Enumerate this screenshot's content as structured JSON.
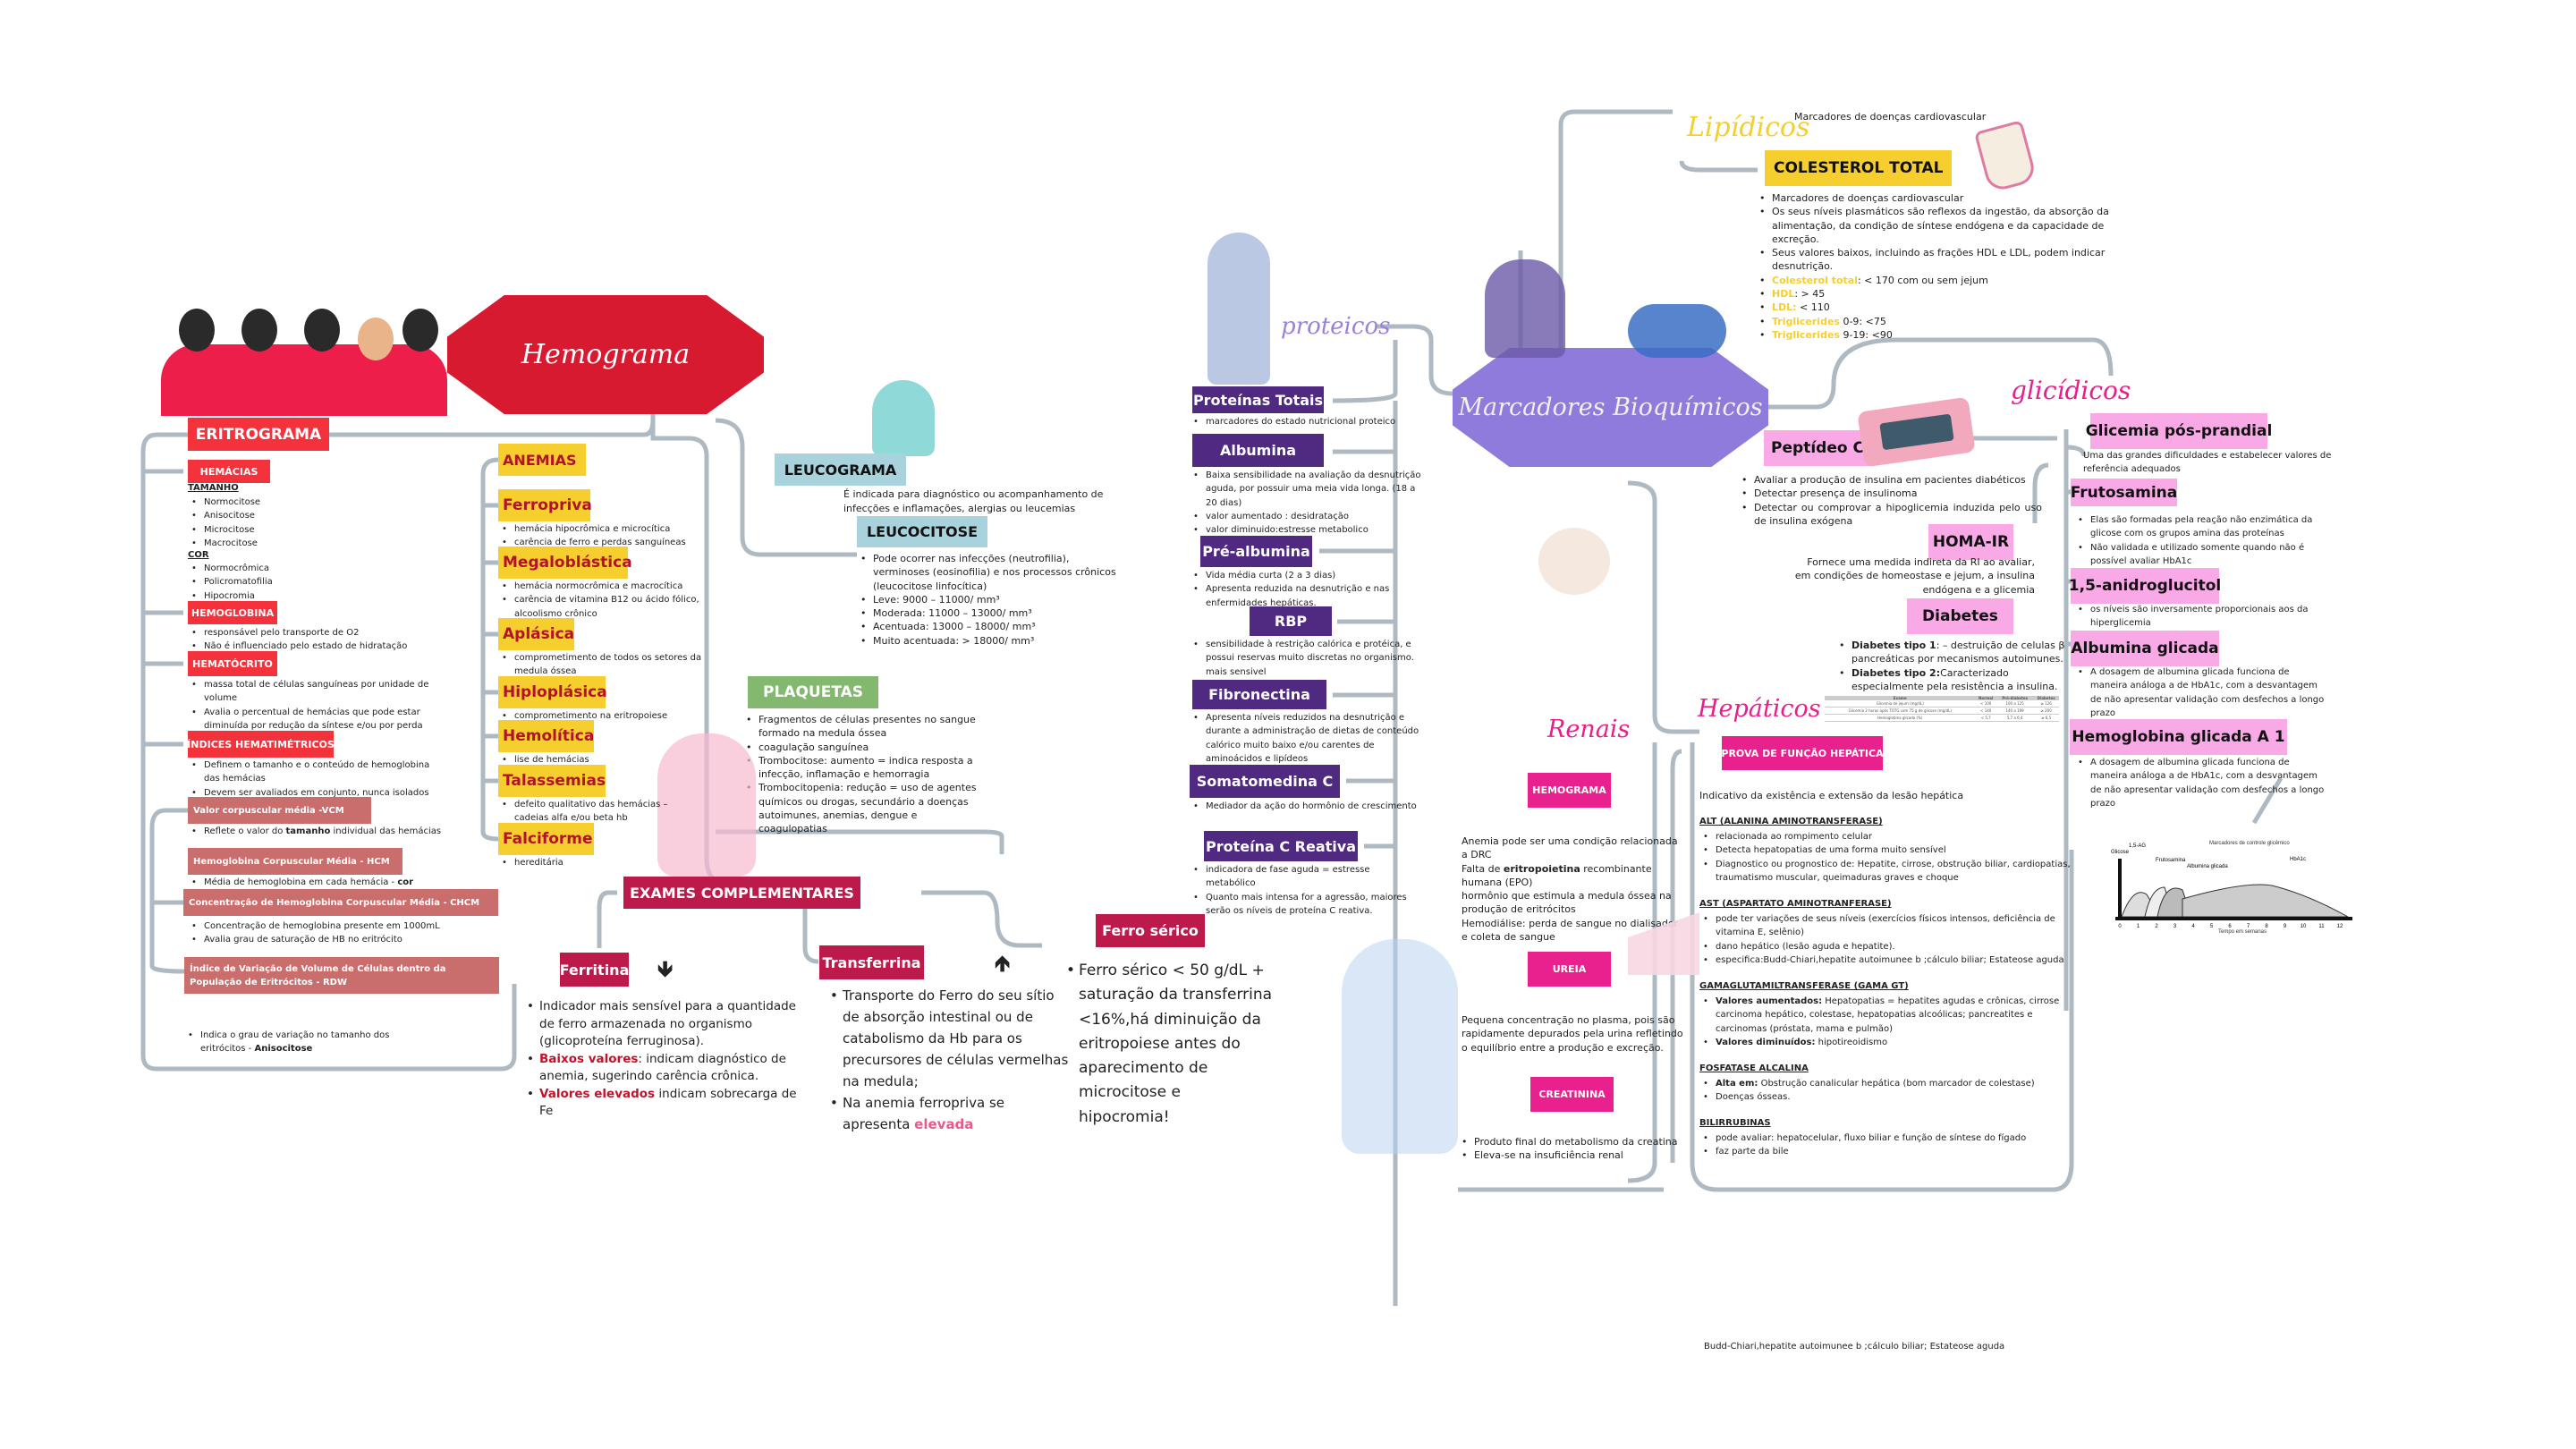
{
  "hemograma": {
    "title": "Hemograma",
    "eritrograma": {
      "title": "ERITROGRAMA",
      "hemacias": {
        "title": "HEMÁCIAS",
        "tamanho_label": "TAMANHO",
        "tamanho": [
          "Normocitose",
          "Anisocitose",
          "Microcitose",
          "Macrocitose"
        ],
        "cor_label": "COR",
        "cor": [
          "Normocrômica",
          "Policromatofilia",
          "Hipocromia"
        ]
      },
      "hemoglobina": {
        "title": "HEMOGLOBINA",
        "items": [
          "responsável pelo transporte de O2",
          "Não é influenciado pelo estado de hidratação"
        ]
      },
      "hematocrito": {
        "title": "HEMATÓCRITO",
        "items": [
          "massa total de células sanguíneas por unidade de volume",
          "Avalia o percentual de hemácias que pode estar diminuída por redução da síntese e/ou por perda"
        ]
      },
      "indices": {
        "title": "ÍNDICES HEMATIMÉTRICOS",
        "items": [
          "Definem o tamanho e o conteúdo de hemoglobina das hemácias",
          "Devem ser avaliados em conjunto, nunca isolados"
        ]
      },
      "vcm": {
        "title": "Valor corpuscular média -VCM",
        "items": [
          {
            "a": "Reflete o valor do ",
            "b": "tamanho",
            "c": " individual das hemácias"
          }
        ]
      },
      "hcm": {
        "title": "Hemoglobina Corpuscular Média - HCM",
        "items": [
          {
            "a": "Média de hemoglobina em cada hemácia - ",
            "b": "cor"
          }
        ]
      },
      "chcm": {
        "title": "Concentração de Hemoglobina Corpuscular Média - CHCM",
        "items": [
          "Concentração de hemoglobina presente em 1000mL",
          "Avalia grau de saturação de HB no eritrócito"
        ]
      },
      "rdw": {
        "title": "Índice de Variação de Volume de Células dentro da População de Eritrócitos - RDW",
        "items": [
          {
            "a": "Indica o grau de variação no tamanho dos eritrócitos - ",
            "b": "Anisocitose"
          }
        ]
      }
    },
    "anemias": {
      "title": "ANEMIAS",
      "types": [
        {
          "name": "Ferropriva",
          "items": [
            "hemácia hipocrômica e microcítica",
            "carência de ferro e perdas sanguíneas"
          ]
        },
        {
          "name": "Megaloblástica",
          "items": [
            "hemácia normocrômica e macrocítica",
            "carência  de vitamina B12 ou ácido fólico, alcoolismo crônico"
          ]
        },
        {
          "name": "Aplásica",
          "items": [
            "comprometimento de todos os setores da medula óssea"
          ]
        },
        {
          "name": "Hiploplásica",
          "items": [
            "comprometimento na eritropoiese"
          ]
        },
        {
          "name": "Hemolítica",
          "items": [
            "lise de hemácias"
          ]
        },
        {
          "name": "Talassemias",
          "items": [
            "defeito qualitativo das hemácias – cadeias alfa e/ou beta hb"
          ]
        },
        {
          "name": "Falciforme",
          "items": [
            "hereditária"
          ]
        }
      ]
    },
    "leucograma": {
      "title": "LEUCOGRAMA",
      "desc": "É indicada para diagnóstico ou acompanhamento de infecções e inflamações, alergias ou leucemias",
      "leucocitose": {
        "title": "LEUCOCITOSE",
        "items": [
          "Pode ocorrer nas infecções (neutrofilia), verminoses (eosinofilia) e nos processos crônicos (leucocitose linfocítica)",
          "Leve: 9000 – 11000/ mm³",
          "Moderada: 11000 – 13000/ mm³",
          "Acentuada: 13000 – 18000/ mm³",
          "Muito acentuada: > 18000/ mm³"
        ]
      }
    },
    "plaquetas": {
      "title": "PLAQUETAS",
      "items": [
        "Fragmentos de células presentes no sangue formado na medula óssea",
        "coagulação sanguínea",
        "Trombocitose: aumento = indica resposta a infecção, inflamação e hemorragia",
        "Trombocitopenia: redução = uso de agentes químicos ou drogas, secundário a doenças autoimunes, anemias, dengue e coagulopatias"
      ]
    },
    "exames": {
      "title": "EXAMES COMPLEMENTARES",
      "ferritina": {
        "title": "Ferritina",
        "arrow": "🡻",
        "items": [
          "Indicador mais sensível para a quantidade de ferro armazenada no organismo (glicoproteína ferruginosa).",
          {
            "b": "Baixos valores",
            "c": ": indicam diagnóstico de anemia, sugerindo carência crônica."
          },
          {
            "b": "Valores elevados",
            "c": " indicam sobrecarga de Fe"
          }
        ]
      },
      "transferrina": {
        "title": "Transferrina",
        "arrow": "🡹",
        "items": [
          "Transporte do Ferro do seu sítio de absorção intestinal ou de catabolismo da Hb para os precursores de células vermelhas na medula;",
          {
            "a": "Na anemia ferropriva se apresenta ",
            "b": "elevada"
          }
        ]
      },
      "ferro_serico": {
        "title": "Ferro sérico",
        "items": [
          "Ferro sérico < 50 g/dL + saturação da transferrina <16%,há diminuição da eritropoiese antes do aparecimento de microcitose e hipocromia!"
        ]
      }
    }
  },
  "marcadores": {
    "title": "Marcadores Bioquímicos",
    "proteicos": {
      "label": "proteicos",
      "items": [
        {
          "name": "Proteínas Totais",
          "items": [
            "marcadores do estado nutricional proteico"
          ]
        },
        {
          "name": "Albumina",
          "items": [
            "Baixa sensibilidade na avaliação da desnutrição aguda, por possuir uma meia vida longa.  (18 a 20 dias)",
            "valor aumentado : desidratação",
            "valor diminuido:estresse metabolico"
          ]
        },
        {
          "name": "Pré-albumina",
          "items": [
            "Vida média curta (2 a 3 dias)",
            "Apresenta reduzida na desnutrição e nas enfermidades hepáticas."
          ]
        },
        {
          "name": "RBP",
          "items": [
            "sensibilidade à restrição calórica e protéica, e possui reservas muito discretas no organismo. mais sensivel"
          ]
        },
        {
          "name": "Fibronectina",
          "items": [
            "Apresenta níveis reduzidos na desnutrição e durante a administração de dietas de conteúdo calórico muito baixo e/ou carentes de aminoácidos e lipídeos"
          ]
        },
        {
          "name": "Somatomedina C",
          "items": [
            "Mediador da ação do hormônio de crescimento"
          ]
        },
        {
          "name": "Proteína C Reativa",
          "items": [
            "indicadora de fase aguda = estresse metabólico",
            "Quanto mais intensa for a agressão, maiores serão os níveis de proteína C reativa."
          ]
        }
      ]
    },
    "lipidicos": {
      "label": "Lipídicos",
      "note": "Marcadores de doenças cardiovascular",
      "title": "COLESTEROL TOTAL",
      "items": [
        "Marcadores de doenças cardiovascular",
        "Os seus níveis plasmáticos são reflexos da ingestão, da absorção da alimentação, da condição de síntese endógena e da capacidade de excreção.",
        "Seus valores baixos, incluindo as frações HDL e LDL, podem indicar desnutrição.",
        {
          "b": "Colesterol total",
          "c": ": < 170 com ou sem jejum"
        },
        {
          "b": "HDL",
          "c": ": > 45"
        },
        {
          "b": "LDL:",
          "c": " < 110"
        },
        {
          "b": "Triglicerides",
          "c": " 0-9: <75"
        },
        {
          "b": "Triglicerides",
          "c": " 9-19: <90"
        }
      ]
    },
    "glicidicos": {
      "label": "glicídicos",
      "peptideo": {
        "title": "Peptídeo C",
        "items": [
          "Avaliar a produção de insulina em pacientes diabéticos",
          "Detectar presença de insulinoma",
          "Detectar ou comprovar a hipoglicemia induzida pelo uso de insulina exógena"
        ]
      },
      "homa": {
        "title": "HOMA-IR",
        "desc": "Fornece uma medida indireta da RI ao avaliar, em condições de homeostase e jejum, a insulina endógena e a glicemia"
      },
      "diabetes": {
        "title": "Diabetes",
        "items": [
          {
            "b": "Diabetes tipo 1",
            "c": ": – destruição de celulas β pancreáticas por mecanismos autoimunes."
          },
          {
            "b": "Diabetes tipo 2:",
            "c": "Caracterizado especialmente pela resistência a insulina."
          }
        ],
        "table": {
          "headers": [
            "Exame",
            "Normal",
            "Pré-diabetes",
            "Diabetes"
          ],
          "rows": [
            [
              "Glicemia de jejum (mg/dL)",
              "< 100",
              "100 a 125",
              "≥ 126"
            ],
            [
              "Glicemia 2 horas após TOTG com 75 g de glicose (mg/dL)",
              "< 140",
              "140 a 199",
              "≥ 200"
            ],
            [
              "Hemoglobina glicada (%)",
              "< 5,7",
              "5,7 a 6,4",
              "≥ 6,5"
            ]
          ]
        }
      },
      "pos_prandial": {
        "title": "Glicemia pós-prandial",
        "desc": "Uma das grandes dificuldades e estabelecer valores de referência adequados"
      },
      "frutosamina": {
        "title": "Frutosamina",
        "items": [
          "Elas são formadas pela reação não enzimática da glicose com os grupos amina das proteínas",
          "Não validada e utilizado somente quando não é possível avaliar HbA1c"
        ]
      },
      "anidroglucitol": {
        "title": "1,5-anidroglucitol",
        "items": [
          " os níveis são inversamente proporcionais aos da hiperglicemia"
        ]
      },
      "albumina_glicada": {
        "title": "Albumina glicada",
        "items": [
          "A dosagem de albumina glicada funciona de maneira análoga a de HbA1c, com a desvantagem de não apresentar validação com desfechos a longo prazo"
        ]
      },
      "hba1": {
        "title": "Hemoglobina glicada A 1",
        "items": [
          "A dosagem de albumina glicada funciona de maneira análoga a de HbA1c, com a desvantagem de não apresentar validação com desfechos a longo prazo"
        ]
      },
      "chart": {
        "title": "Marcadores de controle glicêmico",
        "xlabel": "Tempo em semanas",
        "ticks": [
          "0",
          "1",
          "2",
          "3",
          "4",
          "5",
          "6",
          "7",
          "8",
          "9",
          "10",
          "11",
          "12"
        ],
        "labels": [
          "Glicose",
          "1,5-AG",
          "Frutosamina",
          "Albumina glicada",
          "HbA1c"
        ]
      }
    },
    "hepaticos": {
      "label": "Hepáticos",
      "title": "PROVA DE FUNÇÃO HEPÁTICA",
      "desc": "Indicativo da existência e extensão da lesão hepática",
      "sections": [
        {
          "title": "ALT (ALANINA AMINOTRANSFERASE)",
          "items": [
            "relacionada ao rompimento celular",
            "Detecta hepatopatias de uma forma muito sensível",
            "Diagnostico ou prognostico de: Hepatite, cirrose, obstrução biliar, cardiopatias, traumatismo muscular, queimaduras graves e choque"
          ]
        },
        {
          "title": "AST (ASPARTATO AMINOTRANFERASE)",
          "items": [
            "pode ter variações de seus níveis (exercícios físicos intensos, deficiência de vitamina E, selênio)",
            "dano hepático (lesão aguda e hepatite).",
            "especifica:Budd-Chiari,hepatite autoimunee b ;cálculo biliar; Estateose aguda"
          ]
        },
        {
          "title": "GAMAGLUTAMILTRANSFERASE (GAMA GT)",
          "items": [
            {
              "b": "Valores aumentados:",
              "c": " Hepatopatias = hepatites agudas e crônicas, cirrose carcinoma hepático, colestase, hepatopatias alcoólicas; pancreatites e carcinomas (próstata, mama e pulmão)"
            },
            {
              "b": "Valores diminuídos:",
              "c": " hipotireoidismo"
            }
          ]
        },
        {
          "title": "FOSFATASE ALCALINA",
          "items": [
            {
              "b": "Alta em:",
              "c": " Obstrução canalicular hepática (bom marcador de colestase)"
            },
            "Doenças ósseas."
          ]
        },
        {
          "title": "BILIRRUBINAS",
          "items": [
            "pode avaliar: hepatocelular, fluxo biliar e função de síntese do fígado",
            "faz parte da bile"
          ]
        }
      ]
    },
    "renais": {
      "label": "Renais",
      "hemograma": {
        "title": "HEMOGRAMA",
        "lines": [
          "Anemia pode ser uma condição relacionada a DRC",
          {
            "a": "Falta de ",
            "b": "eritropoietina",
            "c": " recombinante humana (EPO)"
          },
          "hormônio que estimula a medula óssea na produção de eritrócitos",
          "Hemodiálise: perda de sangue no dialisador e coleta de sangue"
        ]
      },
      "ureia": {
        "title": "UREIA",
        "lines": [
          "Pequena concentração no plasma, pois são rapidamente depurados pela urina refletindo o equilíbrio entre a produção e excreção."
        ]
      },
      "creatinina": {
        "title": "CREATININA",
        "items": [
          "Produto final do metabolismo da creatina",
          "Eleva-se na insuficiência renal"
        ]
      }
    }
  },
  "footer_note": "Budd-Chiari,hepatite autoimunee b ;cálculo biliar; Estateose aguda",
  "colors": {
    "red": "#f4323c",
    "yellow": "#f6cf2f",
    "purple": "#4f2a80",
    "pink": "#f9a9e6",
    "magenta": "#e8218e",
    "crimson": "#bd1a4c",
    "lavender": "#8f7bdc"
  }
}
